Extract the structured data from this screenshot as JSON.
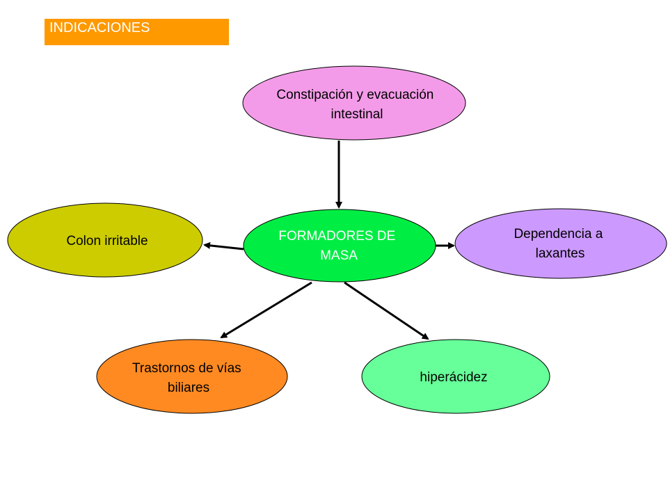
{
  "title": "INDICACIONES",
  "colors": {
    "title_bg": "#ff9900",
    "title_text": "#ffffff",
    "center": "#00ee44",
    "top": "#f39be8",
    "left": "#cccc00",
    "right": "#cc99ff",
    "bottom_left": "#ff8a22",
    "bottom_right": "#66ff99"
  },
  "nodes": {
    "center": [
      "FORMADORES DE",
      "MASA"
    ],
    "top": [
      "Constipación y evacuación",
      "intestinal"
    ],
    "left": [
      "Colon irritable"
    ],
    "right": [
      "Dependencia a",
      "laxantes"
    ],
    "bottom_left": [
      "Trastornos de vías",
      "biliares"
    ],
    "bottom_right": [
      "hiperácidez"
    ]
  }
}
